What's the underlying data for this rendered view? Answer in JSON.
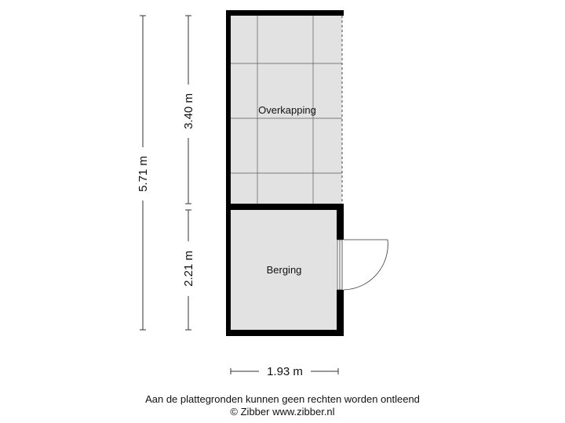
{
  "rooms": {
    "overkapping": "Overkapping",
    "berging": "Berging"
  },
  "dimensions": {
    "total_height": "5.71 m",
    "upper_height": "3.40 m",
    "lower_height": "2.21 m",
    "width": "1.93 m"
  },
  "footer": {
    "disclaimer": "Aan de plattegronden kunnen geen rechten worden ontleend",
    "copyright": "© Zibber www.zibber.nl"
  },
  "colors": {
    "wall": "#000000",
    "floor": "#e2e2e2",
    "tile_line": "#5a5a5a",
    "dimension_line": "#333333"
  }
}
